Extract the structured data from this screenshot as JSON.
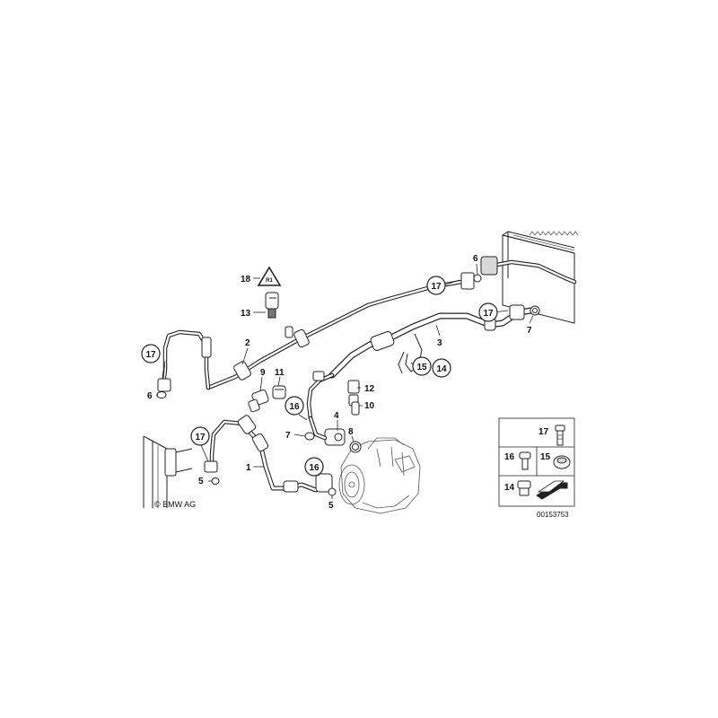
{
  "callouts": {
    "n1": "1",
    "n2": "2",
    "n3": "3",
    "n4": "4",
    "n5a": "5",
    "n5b": "5",
    "n6a": "6",
    "n6b": "6",
    "n7a": "7",
    "n7b": "7",
    "n8": "8",
    "n9": "9",
    "n10": "10",
    "n11": "11",
    "n12": "12",
    "n13": "13",
    "n14": "14",
    "n15": "15",
    "n16a": "16",
    "n16b": "16",
    "n17a": "17",
    "n17b": "17",
    "n17c": "17",
    "n17d": "17",
    "n18": "18"
  },
  "legend": {
    "l17": "17",
    "l16": "16",
    "l15": "15",
    "l14": "14"
  },
  "copyright": "© BMW AG",
  "reference_number": "00153753"
}
